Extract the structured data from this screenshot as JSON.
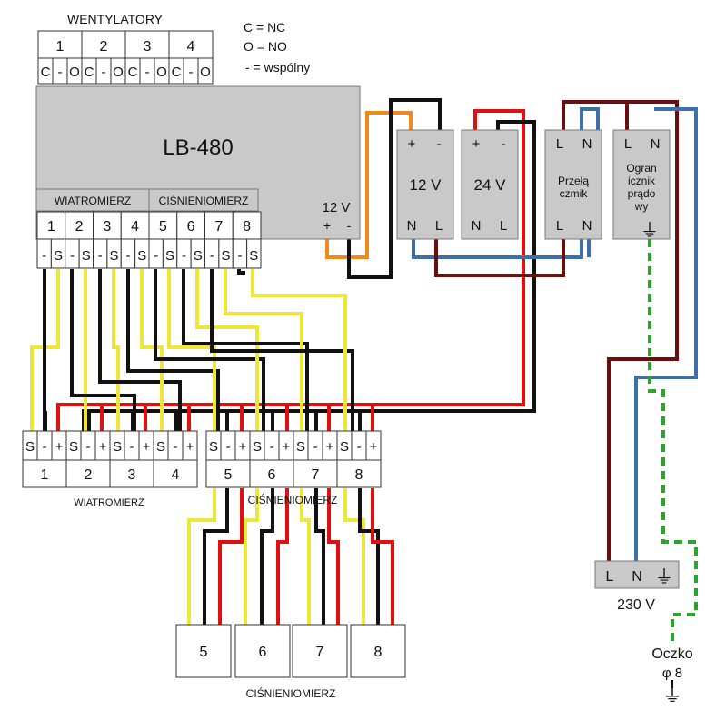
{
  "header": {
    "fans_title": "WENTYLATORY",
    "legend": [
      "C = NC",
      "O = NO",
      "- = wspólny"
    ]
  },
  "fans": {
    "numbers": [
      "1",
      "2",
      "3",
      "4"
    ],
    "pins": [
      "C",
      "-",
      "O",
      "C",
      "-",
      "O",
      "C",
      "-",
      "O",
      "C",
      "-",
      "O"
    ]
  },
  "controller": {
    "name": "LB-480",
    "group1": "WIATROMIERZ",
    "group2": "CIŚNIENIOMIERZ",
    "power_label": "12 V",
    "power_pins": [
      "+",
      "-"
    ],
    "channels": [
      "1",
      "2",
      "3",
      "4",
      "5",
      "6",
      "7",
      "8"
    ],
    "pins": [
      "-",
      "S",
      "-",
      "S",
      "-",
      "S",
      "-",
      "S",
      "-",
      "S",
      "-",
      "S",
      "-",
      "S",
      "-",
      "S"
    ]
  },
  "supplies": [
    {
      "top": [
        "+",
        "-"
      ],
      "label": "12 V",
      "bottom": [
        "N",
        "L"
      ]
    },
    {
      "top": [
        "+",
        "-"
      ],
      "label": "24 V",
      "bottom": [
        "N",
        "L"
      ]
    },
    {
      "top": [
        "L",
        "N"
      ],
      "label": "Przełą\nczmik",
      "bottom": [
        "L",
        "N"
      ]
    },
    {
      "top": [
        "L",
        "N"
      ],
      "label": "Ogran\nicznik\nprądo\nwy",
      "bottom": [
        "⏚"
      ]
    }
  ],
  "terminal_strip": {
    "pins": [
      "S",
      "-",
      "+"
    ],
    "left_numbers": [
      "1",
      "2",
      "3",
      "4"
    ],
    "right_numbers": [
      "5",
      "6",
      "7",
      "8"
    ],
    "left_label": "WIATROMIERZ",
    "right_label": "CIŚNIENIOMIERZ"
  },
  "sensors": {
    "numbers": [
      "5",
      "6",
      "7",
      "8"
    ],
    "label": "CIŚNIENIOMIERZ"
  },
  "mains": {
    "pins": [
      "L",
      "N",
      "⏚"
    ],
    "label": "230 V"
  },
  "ground_rod": {
    "label": "Oczko",
    "size": "φ 8",
    "symbol": "⏚"
  }
}
